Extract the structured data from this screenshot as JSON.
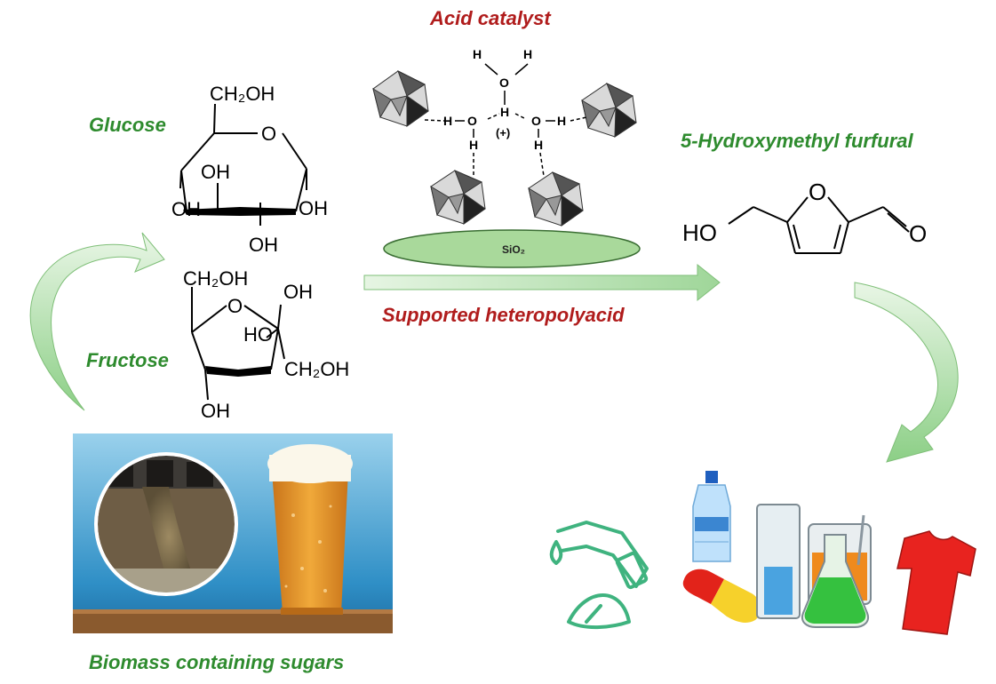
{
  "labels": {
    "acid_catalyst": "Acid catalyst",
    "glucose": "Glucose",
    "fructose": "Fructose",
    "hmf": "5-Hydroxymethyl furfural",
    "supported_hpa": "Supported heteropolyacid",
    "biomass": "Biomass containing sugars"
  },
  "glucose": {
    "top": "CH₂OH",
    "ring_o": "O",
    "oh_c4": "OH",
    "oh_c3": "OH",
    "oh_c1": "OH",
    "oh_c2": "OH"
  },
  "fructose": {
    "top": "CH₂OH",
    "ring_o": "O",
    "oh_top": "OH",
    "ho_mid": "HO",
    "ch2oh_right": "CH₂OH",
    "oh_bottom": "OH"
  },
  "hmf": {
    "ho": "HO",
    "ring_o": "O",
    "ald_o": "O"
  },
  "catalyst": {
    "support": "SiO₂",
    "charge": "(+)",
    "atom_h": "H",
    "atom_o": "O"
  },
  "colors": {
    "label_green": "#2e8b2e",
    "label_red": "#b01c1c",
    "arrow_green": "#a9dba3",
    "support_fill": "#a9d99b",
    "shirt": "#e8231f",
    "beer": "#e39a2a"
  }
}
